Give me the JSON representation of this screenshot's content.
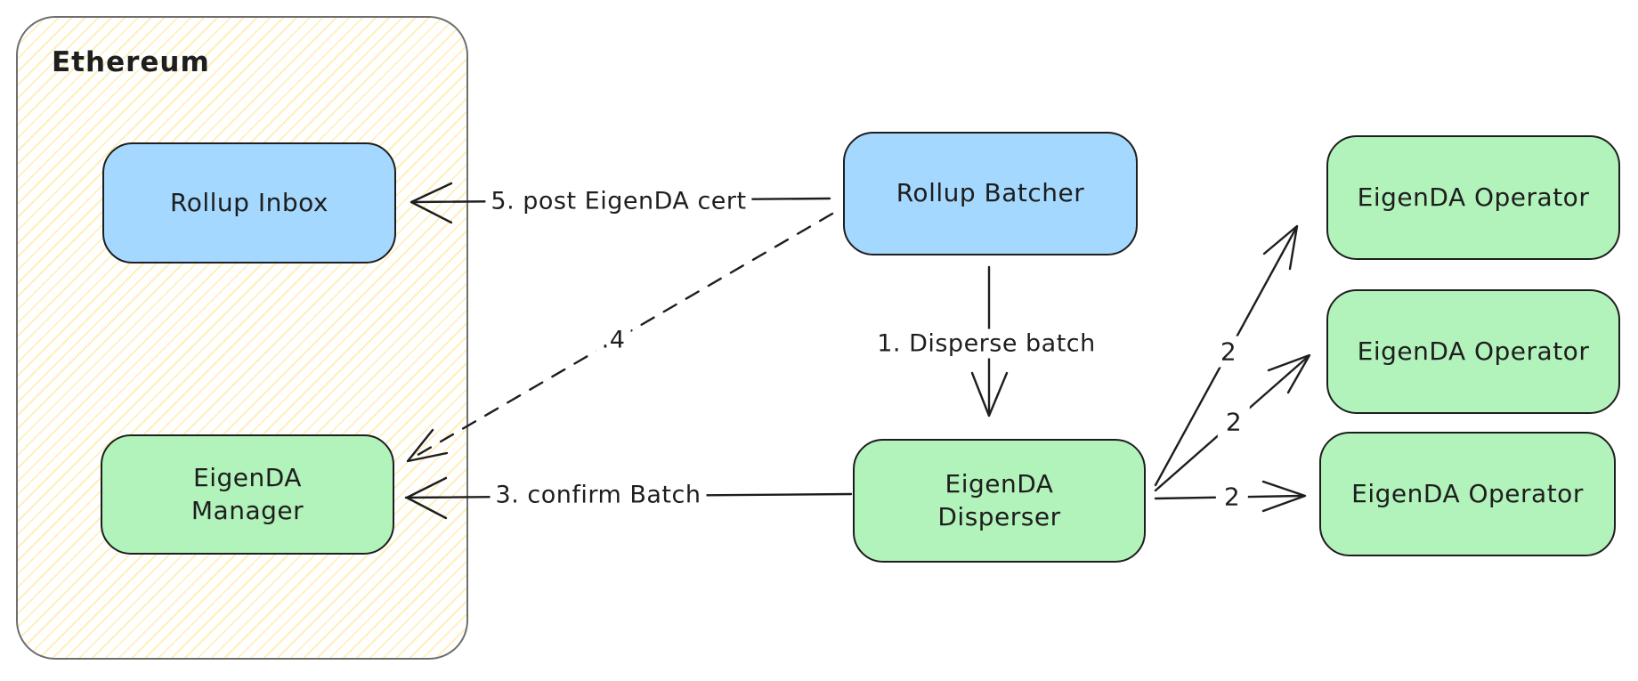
{
  "palette": {
    "stroke": "#1e1e1e",
    "node_blue": "#a5d8ff",
    "node_green": "#b2f2bb",
    "container_border": "#6e6e6e",
    "hatch_line": "#ffde6e",
    "label_background": "#ffffff"
  },
  "container": {
    "label": "Ethereum"
  },
  "nodes": {
    "rollup_inbox": {
      "label": "Rollup Inbox"
    },
    "eigenda_manager": {
      "label": "EigenDA\nManager"
    },
    "rollup_batcher": {
      "label": "Rollup Batcher"
    },
    "eigenda_disperser": {
      "label": "EigenDA\nDisperser"
    },
    "operator_1": {
      "label": "EigenDA Operator"
    },
    "operator_2": {
      "label": "EigenDA Operator"
    },
    "operator_3": {
      "label": "EigenDA Operator"
    }
  },
  "edges": {
    "disperse_batch": {
      "label": "1. Disperse batch",
      "style": "solid"
    },
    "store_op1": {
      "label": "2",
      "style": "solid"
    },
    "store_op2": {
      "label": "2",
      "style": "solid"
    },
    "store_op3": {
      "label": "2",
      "style": "solid"
    },
    "confirm_batch": {
      "label": "3. confirm Batch",
      "style": "solid"
    },
    "get_cert": {
      "label": ".4",
      "style": "dashed"
    },
    "post_cert": {
      "label": "5. post EigenDA cert",
      "style": "solid"
    }
  }
}
